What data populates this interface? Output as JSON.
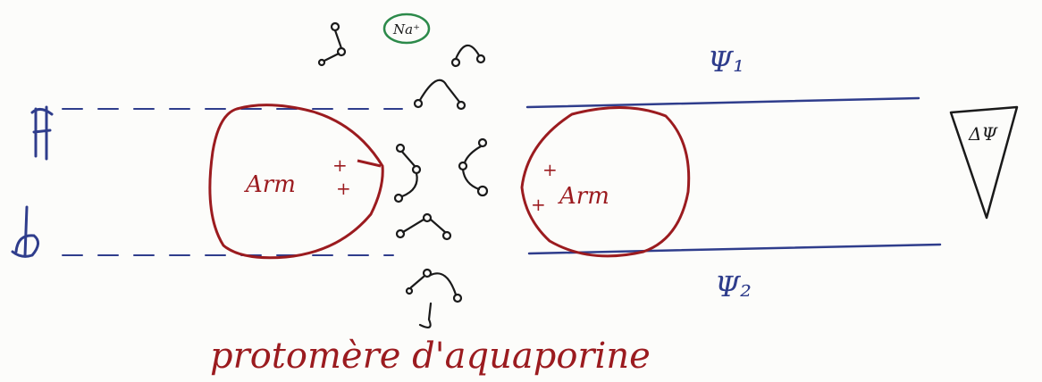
{
  "diagram": {
    "caption": "protomère d'aquaporine",
    "left_domain_label": "Arm",
    "right_domain_label": "Arm",
    "left_charges": [
      "+",
      "+"
    ],
    "right_charges": [
      "+",
      "+"
    ],
    "ion_label": "Na⁺",
    "psi_top": "Ψ₁",
    "psi_bottom": "Ψ₂",
    "delta_psi": "ΔΨ",
    "left_top_glyph": "∩",
    "left_bottom_glyph": "b"
  },
  "colors": {
    "ink_blue": "#2f3d8c",
    "ink_red": "#9b1b1f",
    "ink_green": "#2c8a4a",
    "paper": "#fcfcfa"
  }
}
